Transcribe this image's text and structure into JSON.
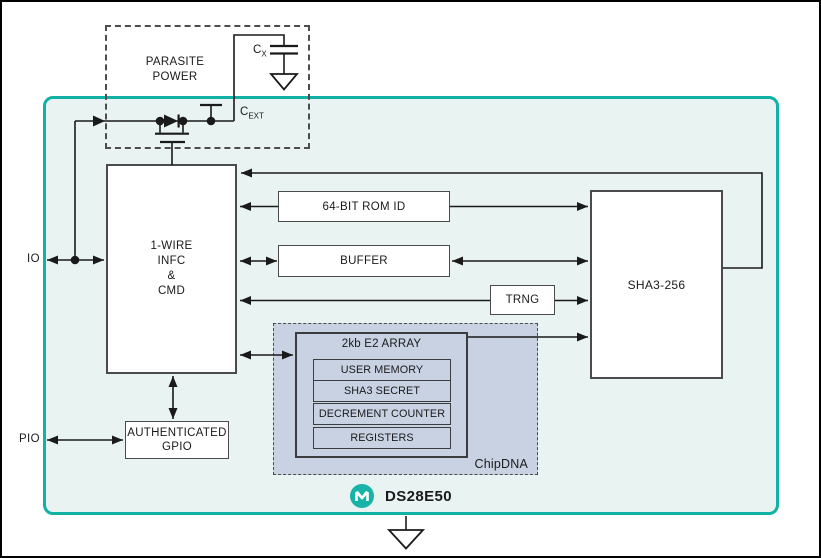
{
  "diagram": {
    "part_number": "DS28E50",
    "pins": {
      "io": "IO",
      "pio": "PIO"
    },
    "parasite": {
      "title_line1": "PARASITE",
      "title_line2": "POWER",
      "cap_x_base": "C",
      "cap_x_sub": "X",
      "cap_ext_base": "C",
      "cap_ext_sub": "EXT"
    },
    "blocks": {
      "onewire_line1": "1-WIRE",
      "onewire_line2": "INFC",
      "onewire_line3": "&",
      "onewire_line4": "CMD",
      "rom_id": "64-BIT ROM ID",
      "buffer": "BUFFER",
      "trng": "TRNG",
      "sha3": "SHA3-256",
      "e2_title": "2kb E2 ARRAY",
      "e2_rows": [
        "USER MEMORY",
        "SHA3 SECRET",
        "DECREMENT COUNTER",
        "REGISTERS"
      ],
      "chipdna": "ChipDNA",
      "gpio_line1": "AUTHENTICATED",
      "gpio_line2": "GPIO"
    },
    "colors": {
      "teal": "#12b1a5",
      "chip_fill": "#e9f3f2",
      "chipdna_fill": "#c8d2e3",
      "wire": "#1a1a1a",
      "box_border": "#4b4b4d"
    }
  }
}
